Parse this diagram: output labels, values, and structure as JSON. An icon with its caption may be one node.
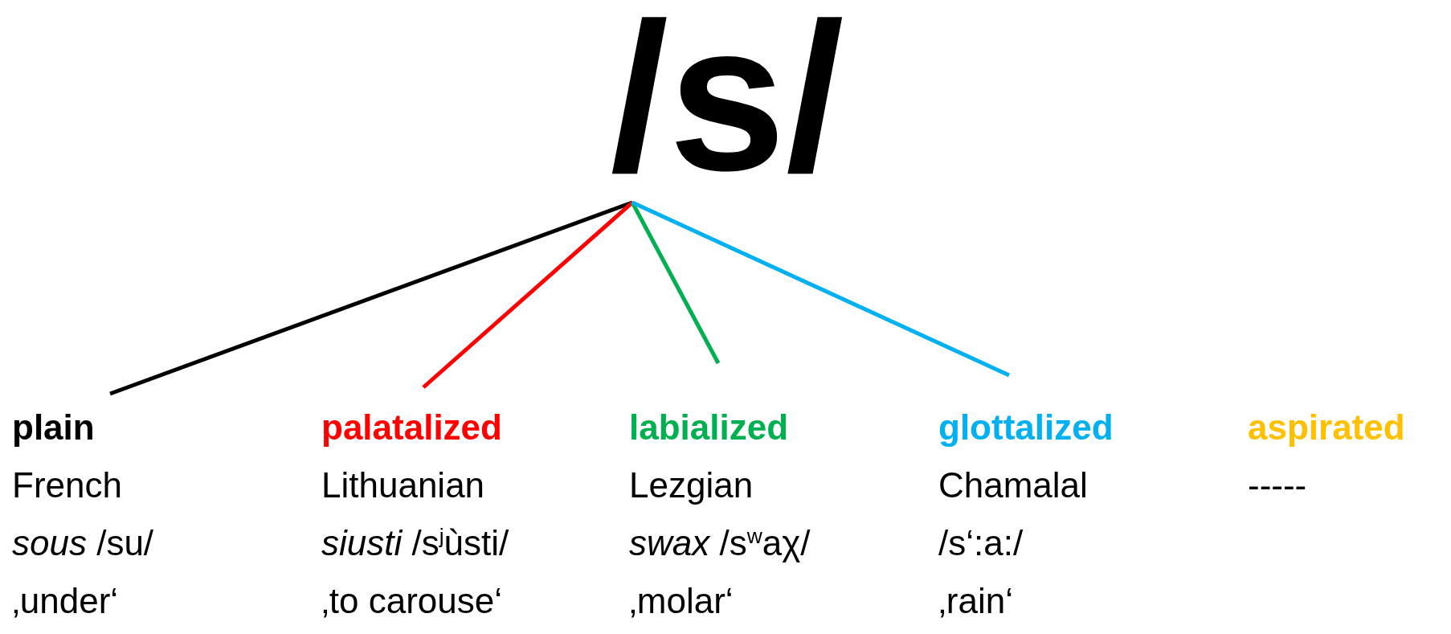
{
  "diagram": {
    "nodes": [
      {
        "text": [
          "/s/"
        ]
      },
      {
        "text": [
          "plain",
          "French",
          "*sous* /su/",
          "‚under‘"
        ]
      },
      {
        "text": [
          "palatalized",
          "Lithuanian",
          "*siusti* /s$^{j}$ùsti/",
          "‚to carouse‘"
        ]
      },
      {
        "text": [
          "labialized",
          "Lezgian",
          "*swax* /s$^{w}$aχ/",
          "‚molar‘"
        ]
      },
      {
        "text": [
          "glottalized",
          "Chamalal",
          "/s‘:a:/",
          "‚rain‘"
        ]
      },
      {
        "text": [
          "aspirated",
          "-----"
        ]
      }
    ],
    "edges": [
      {
        "from": 0,
        "to": 1,
        "arrow": "none",
        "color": "#000000"
      },
      {
        "from": 0,
        "to": 2,
        "arrow": "none",
        "color": "#ff0000"
      },
      {
        "from": 0,
        "to": 3,
        "arrow": "none",
        "color": "#00b050"
      },
      {
        "from": 0,
        "to": 4,
        "arrow": "none",
        "color": "#00b0f0"
      }
    ]
  }
}
